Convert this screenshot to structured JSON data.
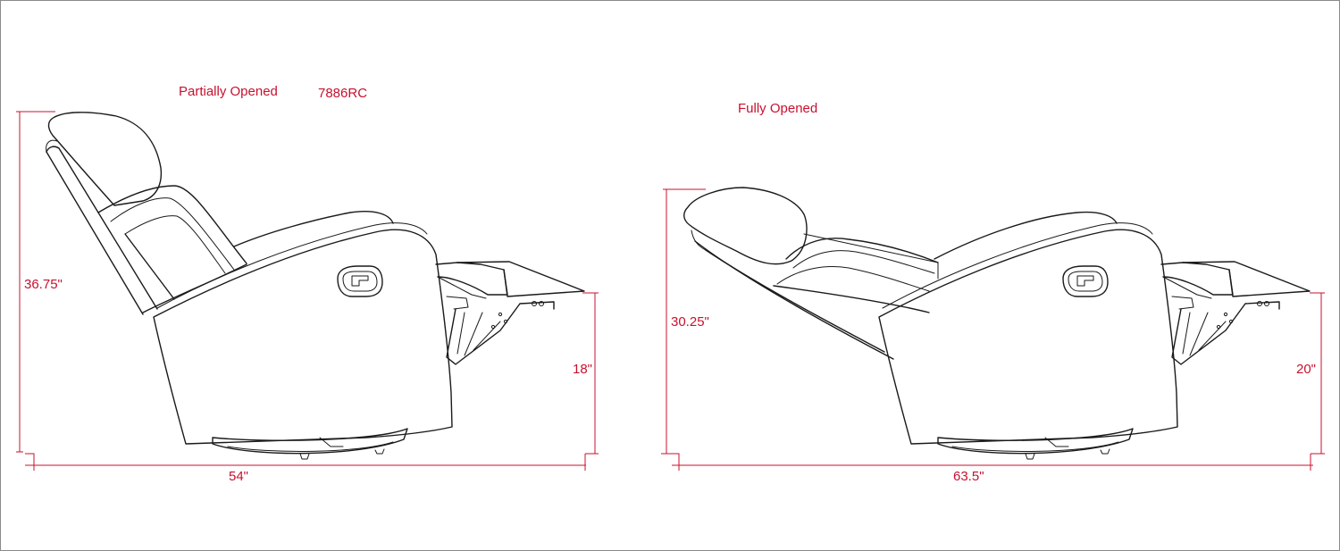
{
  "colors": {
    "dimension": "#c8102e",
    "line_art": "#1a1a1a",
    "border": "#8a8a8a"
  },
  "model_number": "7886RC",
  "partial": {
    "title": "Partially Opened",
    "height_label": "36.75\"",
    "footrest_height_label": "18\"",
    "length_label": "54\""
  },
  "full": {
    "title": "Fully Opened",
    "height_label": "30.25\"",
    "footrest_height_label": "20\"",
    "length_label": "63.5\""
  }
}
